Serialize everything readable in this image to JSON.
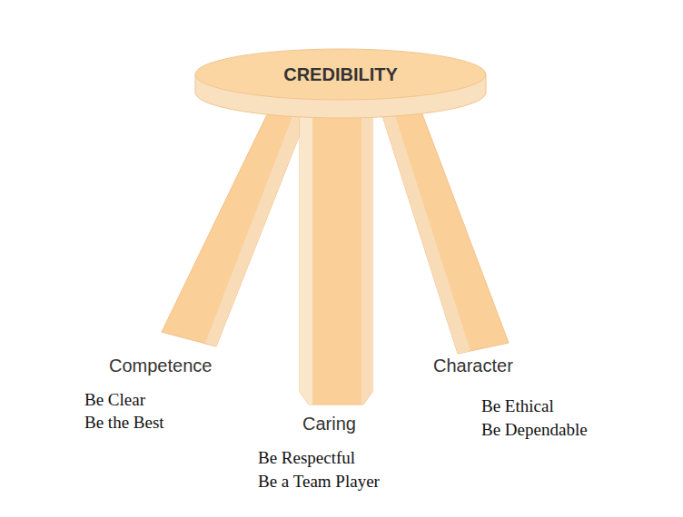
{
  "diagram": {
    "nodes": [
      {
        "text": [
          "CREDIBILITY"
        ]
      }
    ],
    "labels": [
      "Competence",
      "Be Clear",
      "Be the Best",
      "Caring",
      "Be Respectful",
      "Be a Team Player",
      "Character",
      "Be Ethical",
      "Be Dependable"
    ]
  }
}
